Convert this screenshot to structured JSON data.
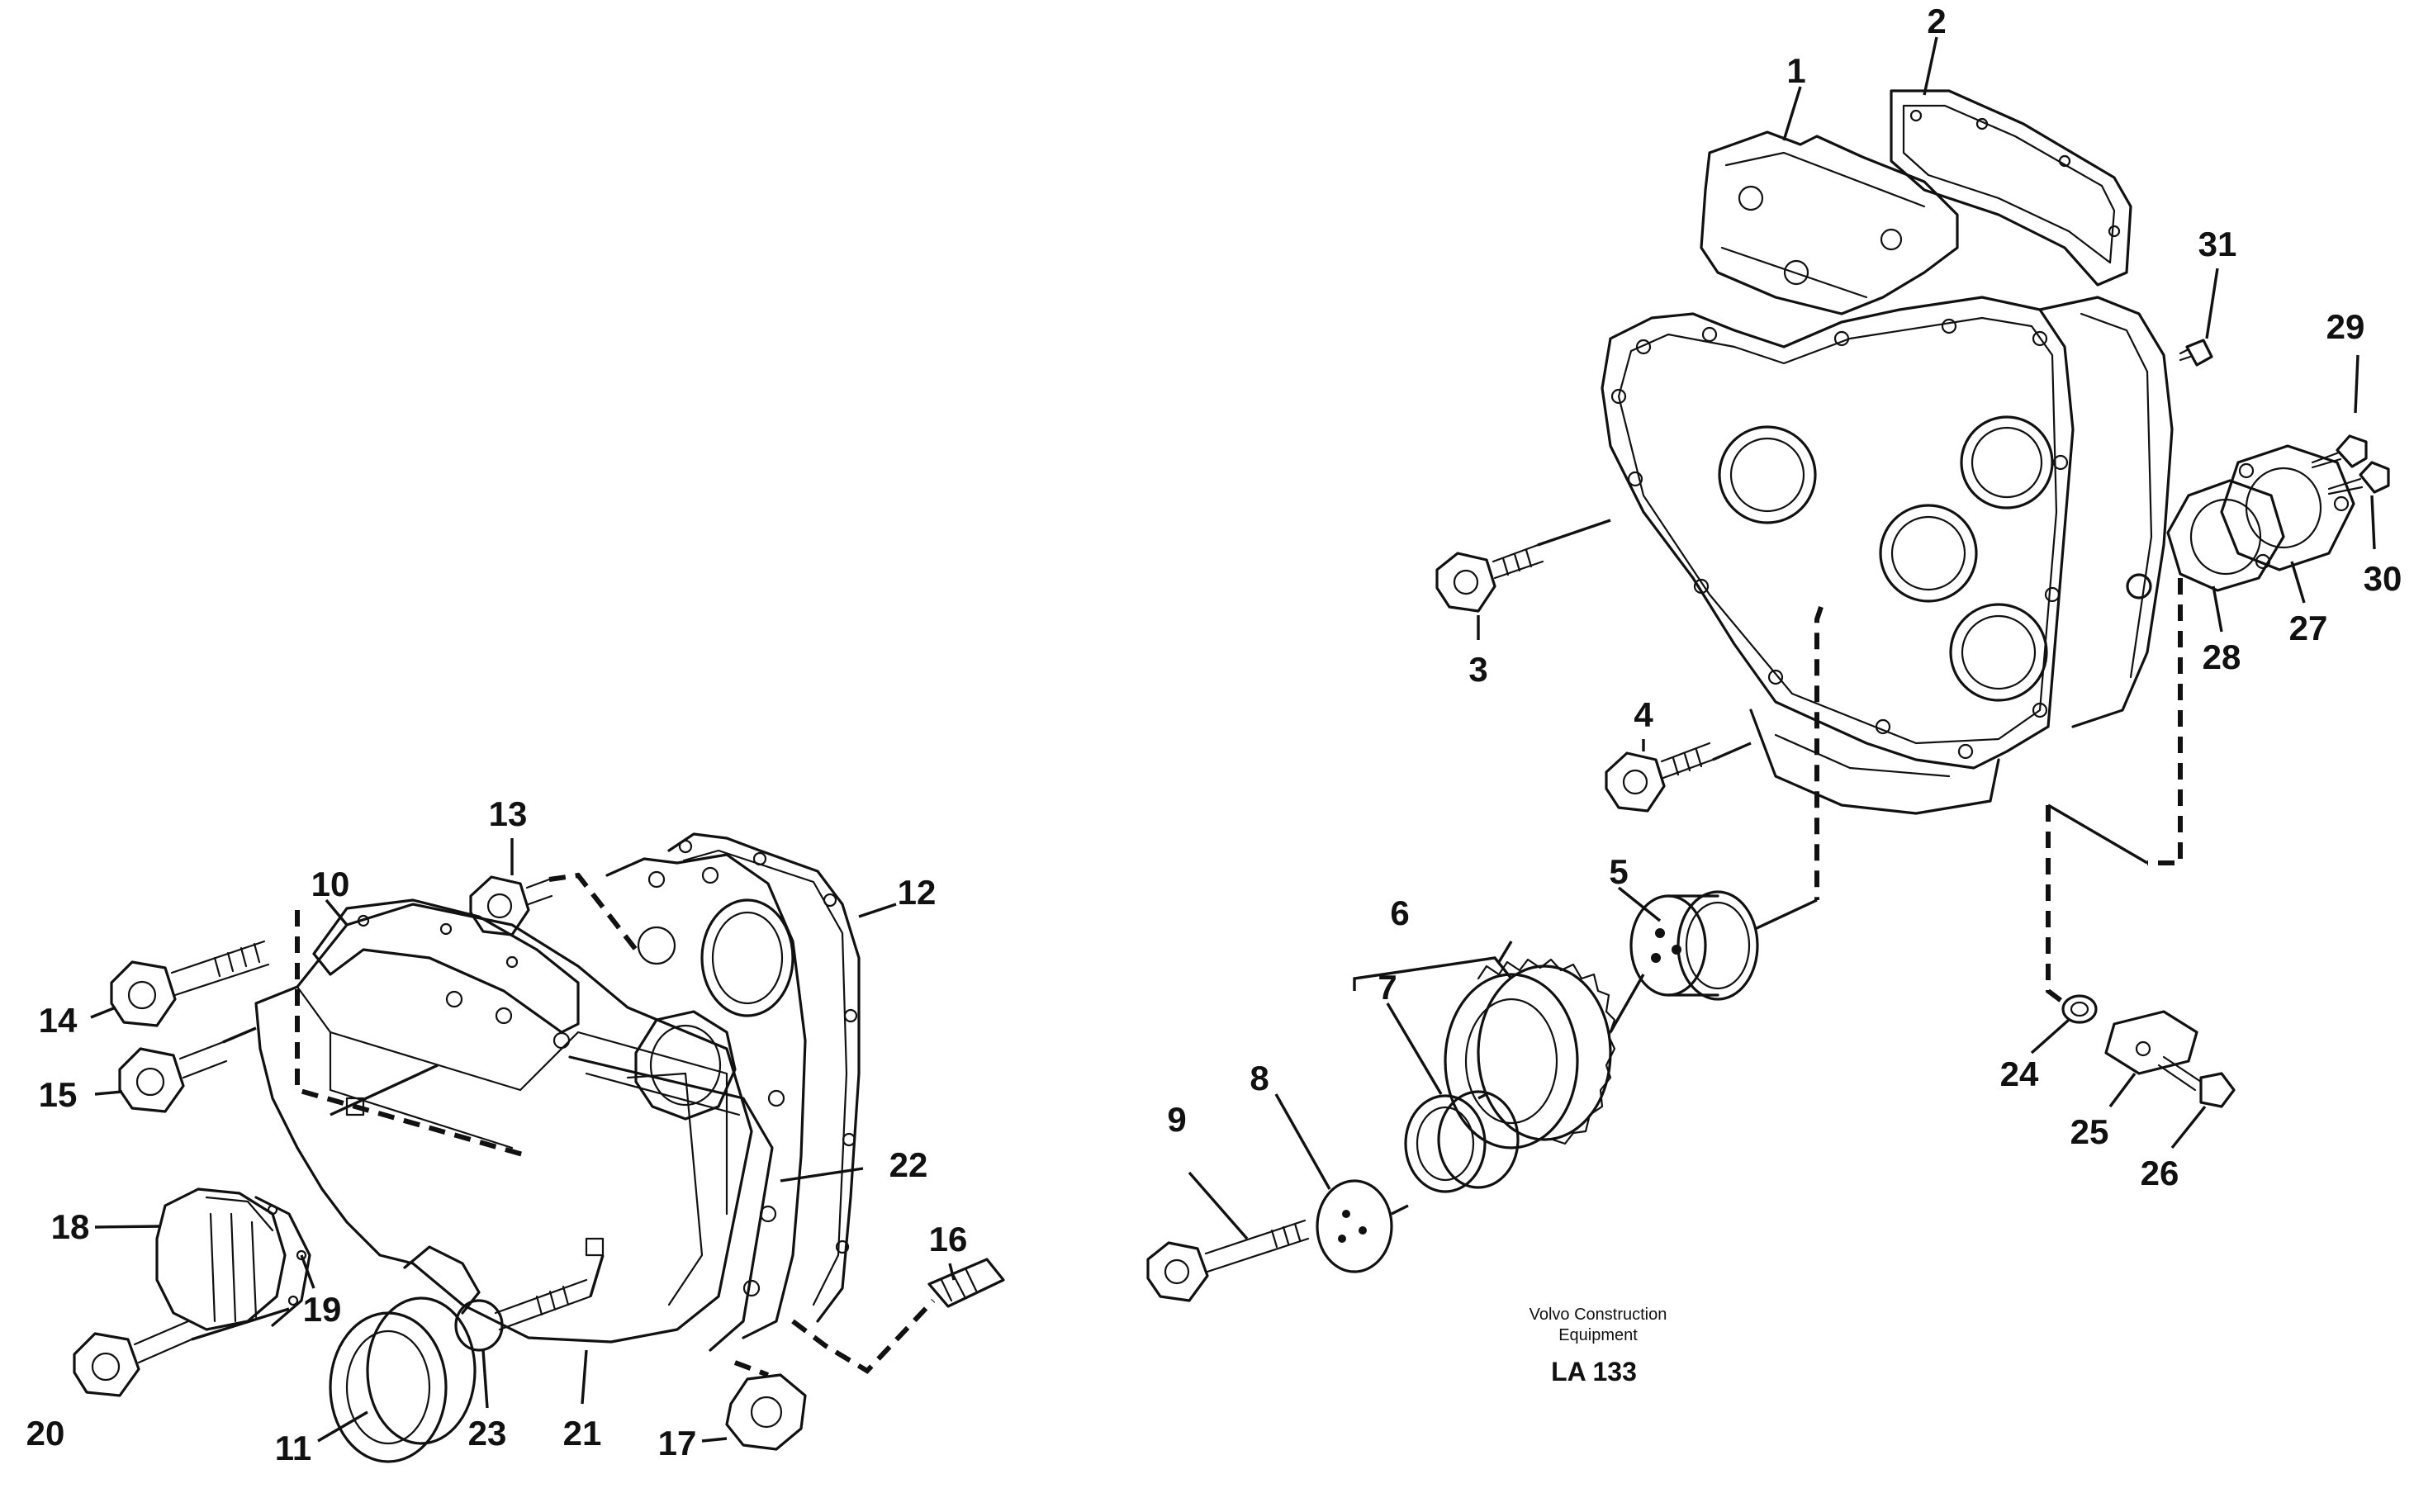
{
  "callouts": {
    "c1": "1",
    "c2": "2",
    "c3": "3",
    "c4": "4",
    "c5": "5",
    "c6": "6",
    "c7": "7",
    "c8": "8",
    "c9": "9",
    "c10": "10",
    "c11": "11",
    "c12": "12",
    "c13": "13",
    "c14": "14",
    "c15": "15",
    "c16": "16",
    "c17": "17",
    "c18": "18",
    "c19": "19",
    "c20": "20",
    "c21": "21",
    "c22": "22",
    "c23": "23",
    "c24": "24",
    "c25": "25",
    "c26": "26",
    "c27": "27",
    "c28": "28",
    "c29": "29",
    "c30": "30",
    "c31": "31"
  },
  "credit": {
    "line1": "Volvo Construction",
    "line2": "Equipment"
  },
  "drawing_code": "LA 133"
}
